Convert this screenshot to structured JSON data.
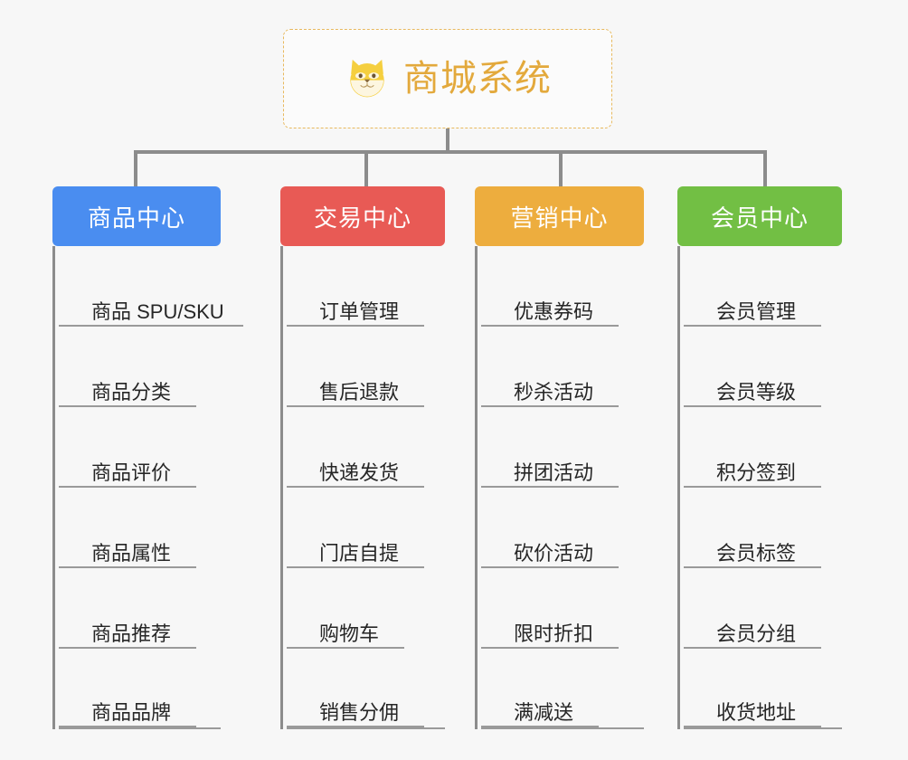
{
  "root": {
    "title": "商城系统",
    "icon": "shiba-dog-face-icon",
    "title_color": "#e3a93c",
    "border_color": "#e8b95e",
    "background": "#fbfbfb"
  },
  "canvas": {
    "background": "#f7f7f7",
    "connector_color": "#8c8c8c"
  },
  "categories": [
    {
      "label": "商品中心",
      "color": "#4a8df0",
      "children": [
        {
          "label": "商品 SPU/SKU",
          "rule_width": 204
        },
        {
          "label": "商品分类",
          "rule_width": 152
        },
        {
          "label": "商品评价",
          "rule_width": 152
        },
        {
          "label": "商品属性",
          "rule_width": 152
        },
        {
          "label": "商品推荐",
          "rule_width": 152
        },
        {
          "label": "商品品牌",
          "rule_width": 152
        }
      ]
    },
    {
      "label": "交易中心",
      "color": "#e85a55",
      "children": [
        {
          "label": "订单管理",
          "rule_width": 152
        },
        {
          "label": "售后退款",
          "rule_width": 152
        },
        {
          "label": "快递发货",
          "rule_width": 152
        },
        {
          "label": "门店自提",
          "rule_width": 152
        },
        {
          "label": "购物车",
          "rule_width": 130
        },
        {
          "label": "销售分佣",
          "rule_width": 152
        }
      ]
    },
    {
      "label": "营销中心",
      "color": "#edad3e",
      "children": [
        {
          "label": "优惠券码",
          "rule_width": 152
        },
        {
          "label": "秒杀活动",
          "rule_width": 152
        },
        {
          "label": "拼团活动",
          "rule_width": 152
        },
        {
          "label": "砍价活动",
          "rule_width": 152
        },
        {
          "label": "限时折扣",
          "rule_width": 152
        },
        {
          "label": "满减送",
          "rule_width": 130
        }
      ]
    },
    {
      "label": "会员中心",
      "color": "#72bf44",
      "children": [
        {
          "label": "会员管理",
          "rule_width": 152
        },
        {
          "label": "会员等级",
          "rule_width": 152
        },
        {
          "label": "积分签到",
          "rule_width": 152
        },
        {
          "label": "会员标签",
          "rule_width": 152
        },
        {
          "label": "会员分组",
          "rule_width": 152
        },
        {
          "label": "收货地址",
          "rule_width": 152
        }
      ]
    }
  ]
}
